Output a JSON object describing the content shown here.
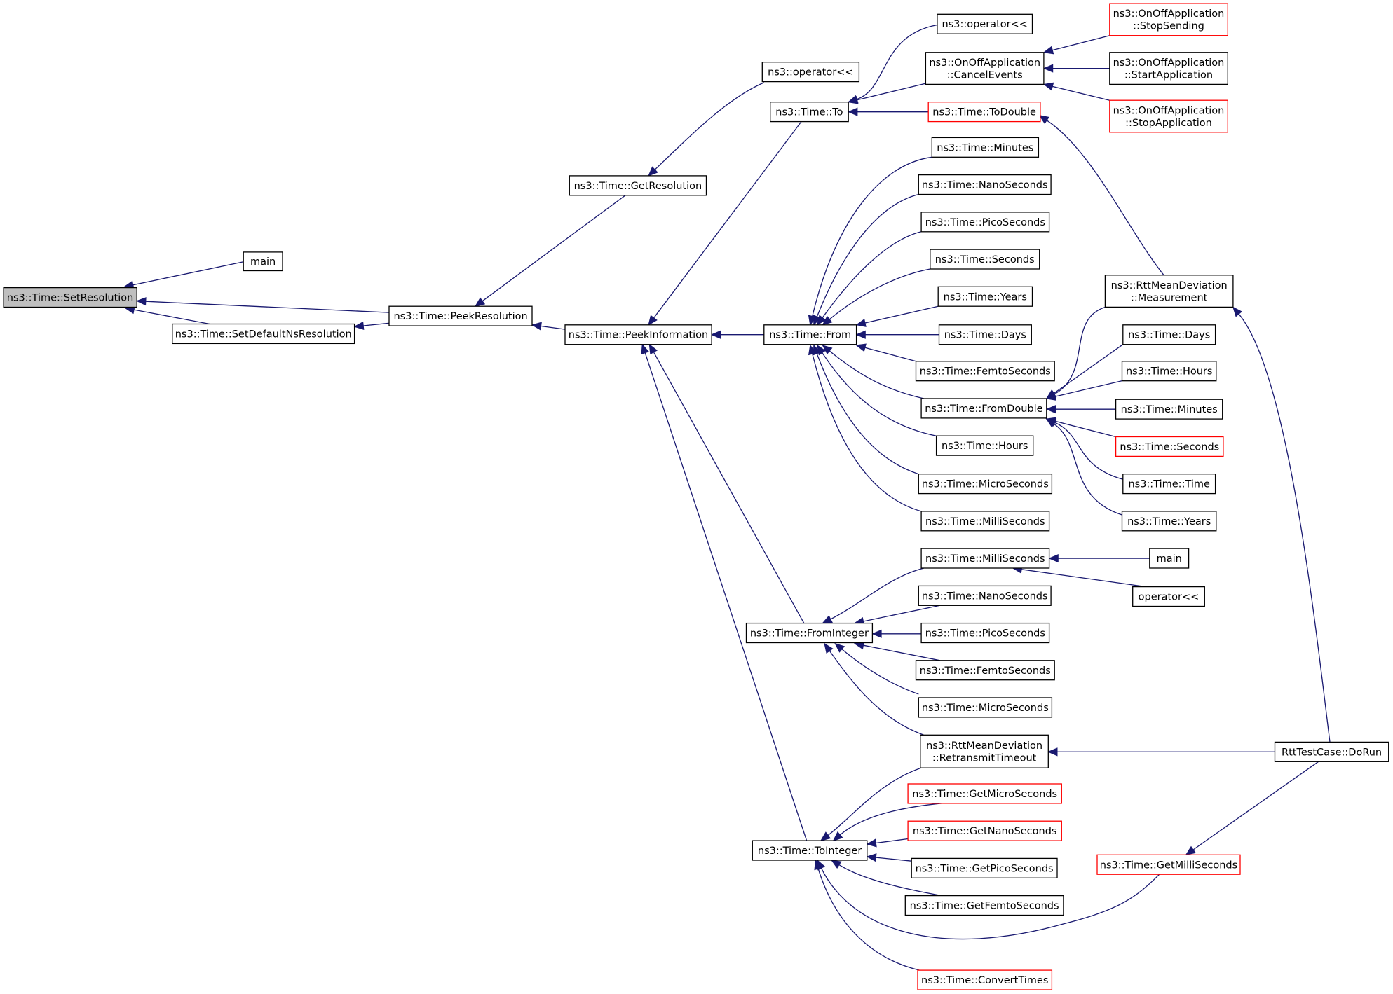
{
  "diagram": {
    "style": {
      "edge_color": "#191970",
      "truncated_border_color": "#ff0000",
      "focus_fill": "#bfbfbf"
    },
    "nodes": [
      {
        "id": "setres",
        "lines": [
          "ns3::Time::SetResolution"
        ],
        "focus": true
      },
      {
        "id": "main1",
        "lines": [
          "main"
        ]
      },
      {
        "id": "setdef",
        "lines": [
          "ns3::Time::SetDefaultNsResolution"
        ]
      },
      {
        "id": "peekres",
        "lines": [
          "ns3::Time::PeekResolution"
        ]
      },
      {
        "id": "getres",
        "lines": [
          "ns3::Time::GetResolution"
        ]
      },
      {
        "id": "opll1",
        "lines": [
          "ns3::operator<<"
        ]
      },
      {
        "id": "peekinfo",
        "lines": [
          "ns3::Time::PeekInformation"
        ]
      },
      {
        "id": "to",
        "lines": [
          "ns3::Time::To"
        ]
      },
      {
        "id": "opll2",
        "lines": [
          "ns3::operator<<"
        ]
      },
      {
        "id": "cancel",
        "lines": [
          "ns3::OnOffApplication",
          "::CancelEvents"
        ]
      },
      {
        "id": "stopsend",
        "lines": [
          "ns3::OnOffApplication",
          "::StopSending"
        ],
        "truncated": true
      },
      {
        "id": "startapp",
        "lines": [
          "ns3::OnOffApplication",
          "::StartApplication"
        ]
      },
      {
        "id": "stopapp",
        "lines": [
          "ns3::OnOffApplication",
          "::StopApplication"
        ],
        "truncated": true
      },
      {
        "id": "todouble",
        "lines": [
          "ns3::Time::ToDouble"
        ],
        "truncated": true
      },
      {
        "id": "from",
        "lines": [
          "ns3::Time::From"
        ]
      },
      {
        "id": "f_min",
        "lines": [
          "ns3::Time::Minutes"
        ]
      },
      {
        "id": "f_nano",
        "lines": [
          "ns3::Time::NanoSeconds"
        ]
      },
      {
        "id": "f_pico",
        "lines": [
          "ns3::Time::PicoSeconds"
        ]
      },
      {
        "id": "f_sec",
        "lines": [
          "ns3::Time::Seconds"
        ]
      },
      {
        "id": "f_yrs",
        "lines": [
          "ns3::Time::Years"
        ]
      },
      {
        "id": "f_days",
        "lines": [
          "ns3::Time::Days"
        ]
      },
      {
        "id": "f_femto",
        "lines": [
          "ns3::Time::FemtoSeconds"
        ]
      },
      {
        "id": "fromdouble",
        "lines": [
          "ns3::Time::FromDouble"
        ]
      },
      {
        "id": "f_hours",
        "lines": [
          "ns3::Time::Hours"
        ]
      },
      {
        "id": "f_micro",
        "lines": [
          "ns3::Time::MicroSeconds"
        ]
      },
      {
        "id": "f_milli",
        "lines": [
          "ns3::Time::MilliSeconds"
        ]
      },
      {
        "id": "rttmeas",
        "lines": [
          "ns3::RttMeanDeviation",
          "::Measurement"
        ]
      },
      {
        "id": "d_days",
        "lines": [
          "ns3::Time::Days"
        ]
      },
      {
        "id": "d_hours",
        "lines": [
          "ns3::Time::Hours"
        ]
      },
      {
        "id": "d_min",
        "lines": [
          "ns3::Time::Minutes"
        ]
      },
      {
        "id": "d_sec",
        "lines": [
          "ns3::Time::Seconds"
        ],
        "truncated": true
      },
      {
        "id": "d_time",
        "lines": [
          "ns3::Time::Time"
        ]
      },
      {
        "id": "d_yrs",
        "lines": [
          "ns3::Time::Years"
        ]
      },
      {
        "id": "fromint",
        "lines": [
          "ns3::Time::FromInteger"
        ]
      },
      {
        "id": "i_milli",
        "lines": [
          "ns3::Time::MilliSeconds"
        ]
      },
      {
        "id": "main2",
        "lines": [
          "main"
        ]
      },
      {
        "id": "opll3",
        "lines": [
          "operator<<"
        ]
      },
      {
        "id": "i_nano",
        "lines": [
          "ns3::Time::NanoSeconds"
        ]
      },
      {
        "id": "i_pico",
        "lines": [
          "ns3::Time::PicoSeconds"
        ]
      },
      {
        "id": "i_femto",
        "lines": [
          "ns3::Time::FemtoSeconds"
        ]
      },
      {
        "id": "i_micro",
        "lines": [
          "ns3::Time::MicroSeconds"
        ]
      },
      {
        "id": "rttretr",
        "lines": [
          "ns3::RttMeanDeviation",
          "::RetransmitTimeout"
        ]
      },
      {
        "id": "rttdorun",
        "lines": [
          "RttTestCase::DoRun"
        ]
      },
      {
        "id": "toint",
        "lines": [
          "ns3::Time::ToInteger"
        ]
      },
      {
        "id": "g_micro",
        "lines": [
          "ns3::Time::GetMicroSeconds"
        ],
        "truncated": true
      },
      {
        "id": "g_nano",
        "lines": [
          "ns3::Time::GetNanoSeconds"
        ],
        "truncated": true
      },
      {
        "id": "g_pico",
        "lines": [
          "ns3::Time::GetPicoSeconds"
        ]
      },
      {
        "id": "g_femto",
        "lines": [
          "ns3::Time::GetFemtoSeconds"
        ]
      },
      {
        "id": "g_milli",
        "lines": [
          "ns3::Time::GetMilliSeconds"
        ],
        "truncated": true
      },
      {
        "id": "convert",
        "lines": [
          "ns3::Time::ConvertTimes"
        ],
        "truncated": true
      }
    ],
    "edges": [
      {
        "callee": "setres",
        "caller": "main1"
      },
      {
        "callee": "setres",
        "caller": "setdef"
      },
      {
        "callee": "setres",
        "caller": "peekres"
      },
      {
        "callee": "peekres",
        "caller": "setdef"
      },
      {
        "callee": "peekres",
        "caller": "getres"
      },
      {
        "callee": "getres",
        "caller": "opll1"
      },
      {
        "callee": "peekres",
        "caller": "peekinfo"
      },
      {
        "callee": "peekinfo",
        "caller": "to"
      },
      {
        "callee": "peekinfo",
        "caller": "from"
      },
      {
        "callee": "peekinfo",
        "caller": "fromint"
      },
      {
        "callee": "peekinfo",
        "caller": "toint"
      },
      {
        "callee": "to",
        "caller": "opll2"
      },
      {
        "callee": "to",
        "caller": "cancel"
      },
      {
        "callee": "to",
        "caller": "todouble"
      },
      {
        "callee": "cancel",
        "caller": "stopsend"
      },
      {
        "callee": "cancel",
        "caller": "startapp"
      },
      {
        "callee": "cancel",
        "caller": "stopapp"
      },
      {
        "callee": "todouble",
        "caller": "rttmeas"
      },
      {
        "callee": "from",
        "caller": "f_min"
      },
      {
        "callee": "from",
        "caller": "f_nano"
      },
      {
        "callee": "from",
        "caller": "f_pico"
      },
      {
        "callee": "from",
        "caller": "f_sec"
      },
      {
        "callee": "from",
        "caller": "f_yrs"
      },
      {
        "callee": "from",
        "caller": "f_days"
      },
      {
        "callee": "from",
        "caller": "f_femto"
      },
      {
        "callee": "from",
        "caller": "fromdouble"
      },
      {
        "callee": "from",
        "caller": "f_hours"
      },
      {
        "callee": "from",
        "caller": "f_micro"
      },
      {
        "callee": "from",
        "caller": "f_milli"
      },
      {
        "callee": "fromdouble",
        "caller": "rttmeas"
      },
      {
        "callee": "fromdouble",
        "caller": "d_days"
      },
      {
        "callee": "fromdouble",
        "caller": "d_hours"
      },
      {
        "callee": "fromdouble",
        "caller": "d_min"
      },
      {
        "callee": "fromdouble",
        "caller": "d_sec"
      },
      {
        "callee": "fromdouble",
        "caller": "d_time"
      },
      {
        "callee": "fromdouble",
        "caller": "d_yrs"
      },
      {
        "callee": "rttmeas",
        "caller": "rttdorun"
      },
      {
        "callee": "fromint",
        "caller": "i_milli"
      },
      {
        "callee": "fromint",
        "caller": "i_nano"
      },
      {
        "callee": "fromint",
        "caller": "i_pico"
      },
      {
        "callee": "fromint",
        "caller": "i_femto"
      },
      {
        "callee": "fromint",
        "caller": "i_micro"
      },
      {
        "callee": "fromint",
        "caller": "rttretr"
      },
      {
        "callee": "i_milli",
        "caller": "main2"
      },
      {
        "callee": "i_milli",
        "caller": "opll3"
      },
      {
        "callee": "rttretr",
        "caller": "rttdorun"
      },
      {
        "callee": "toint",
        "caller": "rttretr"
      },
      {
        "callee": "toint",
        "caller": "g_micro"
      },
      {
        "callee": "toint",
        "caller": "g_nano"
      },
      {
        "callee": "toint",
        "caller": "g_pico"
      },
      {
        "callee": "toint",
        "caller": "g_femto"
      },
      {
        "callee": "toint",
        "caller": "g_milli"
      },
      {
        "callee": "toint",
        "caller": "convert"
      },
      {
        "callee": "g_milli",
        "caller": "rttdorun"
      }
    ]
  }
}
